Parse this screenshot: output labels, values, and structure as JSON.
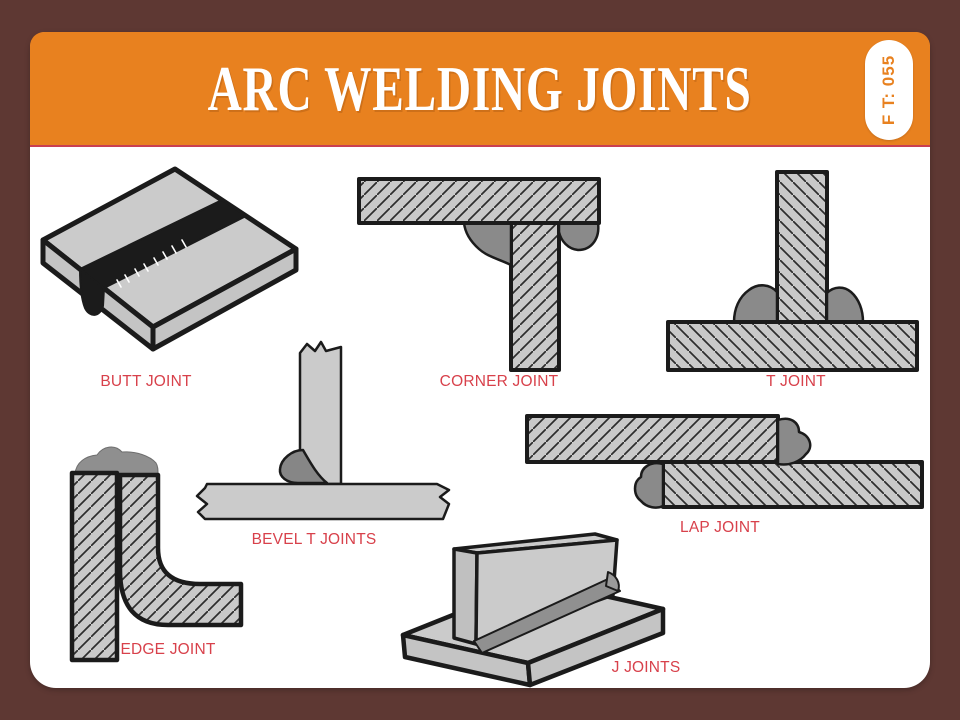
{
  "header": {
    "title": "ARC WELDING JOINTS",
    "badge": "F T: 055"
  },
  "joints": [
    {
      "id": "butt",
      "label": "BUTT JOINT"
    },
    {
      "id": "corner",
      "label": "CORNER JOINT"
    },
    {
      "id": "t",
      "label": "T JOINT"
    },
    {
      "id": "bevel-t",
      "label": "BEVEL T JOINTS"
    },
    {
      "id": "lap",
      "label": "LAP JOINT"
    },
    {
      "id": "edge",
      "label": "EDGE JOINT"
    },
    {
      "id": "j",
      "label": "J JOINTS"
    }
  ],
  "colors": {
    "frame_brown": "#5e3833",
    "header_orange": "#e8811f",
    "header_underline_red": "#c93f52",
    "card_white": "#ffffff",
    "label_red": "#d8414b",
    "plate_gray": "#c9c9c9",
    "weld_gray": "#8a8a8a",
    "outline_black": "#1b1b1b"
  }
}
